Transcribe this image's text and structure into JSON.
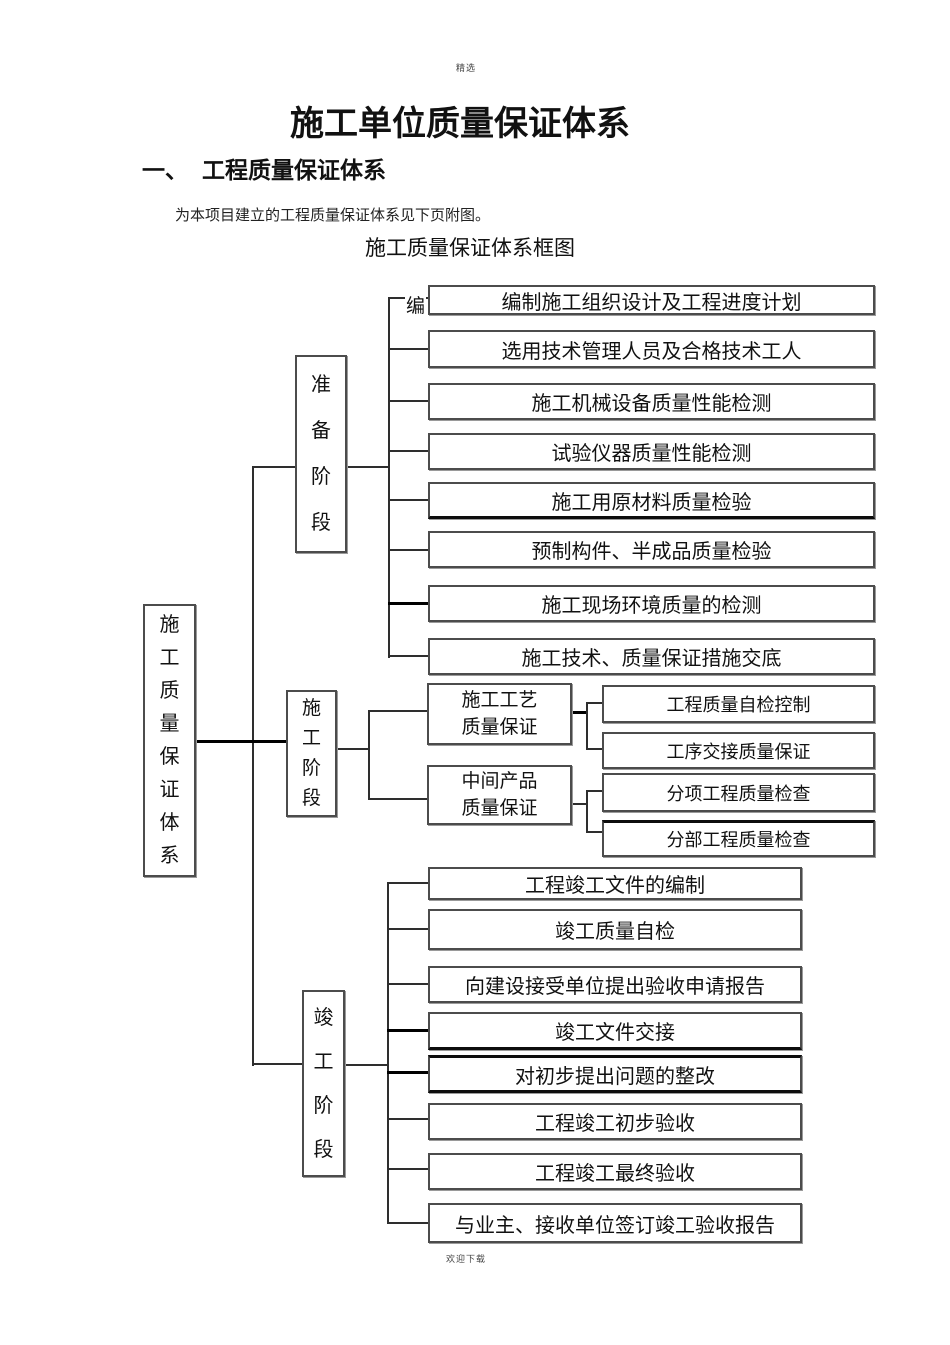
{
  "page": {
    "header_note": "精选",
    "title": "施工单位质量保证体系",
    "section_number": "一、",
    "section_title": "工程质量保证体系",
    "intro": "为本项目建立的工程质量保证体系见下页附图。",
    "figure_title": "施工质量保证体系框图",
    "footer_note": "欢迎下载"
  },
  "diagram": {
    "root": "施\n工\n质\n量\n保\n证\n体\n系",
    "stages": {
      "prepare": "准\n备\n阶\n段",
      "construct": "施\n工\n阶\n段",
      "complete": "竣\n工\n阶\n段"
    },
    "stray_char": "编",
    "prepare_items": [
      "编制施工组织设计及工程进度计划",
      "选用技术管理人员及合格技术工人",
      "施工机械设备质量性能检测",
      "试验仪器质量性能检测",
      "施工用原材料质量检验",
      "预制构件、半成品质量检验",
      "施工现场环境质量的检测",
      "施工技术、质量保证措施交底"
    ],
    "construct_groups": [
      {
        "label": "施工工艺\n质量保证",
        "children": [
          "工程质量自检控制",
          "工序交接质量保证"
        ]
      },
      {
        "label": "中间产品\n质量保证",
        "children": [
          "分项工程质量检查",
          "分部工程质量检查"
        ]
      }
    ],
    "complete_items": [
      "工程竣工文件的编制",
      "竣工质量自检",
      "向建设接受单位提出验收申请报告",
      "竣工文件交接",
      "对初步提出问题的整改",
      "工程竣工初步验收",
      "工程竣工最终验收",
      "与业主、接收单位签订竣工验收报告"
    ]
  }
}
